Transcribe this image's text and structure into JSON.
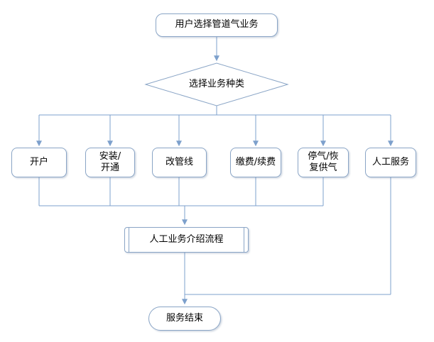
{
  "diagram": {
    "start": {
      "label": "用户选择管道气业务"
    },
    "decision": {
      "label": "选择业务种类"
    },
    "branches": [
      {
        "label": "开户"
      },
      {
        "label": "安装/\n开通"
      },
      {
        "label": "改管线"
      },
      {
        "label": "缴费/续费"
      },
      {
        "label": "停气/恢\n复供气"
      },
      {
        "label": "人工服务"
      }
    ],
    "subprocess": {
      "label": "人工业务介绍流程"
    },
    "end": {
      "label": "服务结束"
    }
  },
  "colors": {
    "connector": "#7da0cc",
    "node_border": "#8aa5c6",
    "node_fill": "#ffffff",
    "text": "#000000",
    "background": "#ffffff"
  }
}
